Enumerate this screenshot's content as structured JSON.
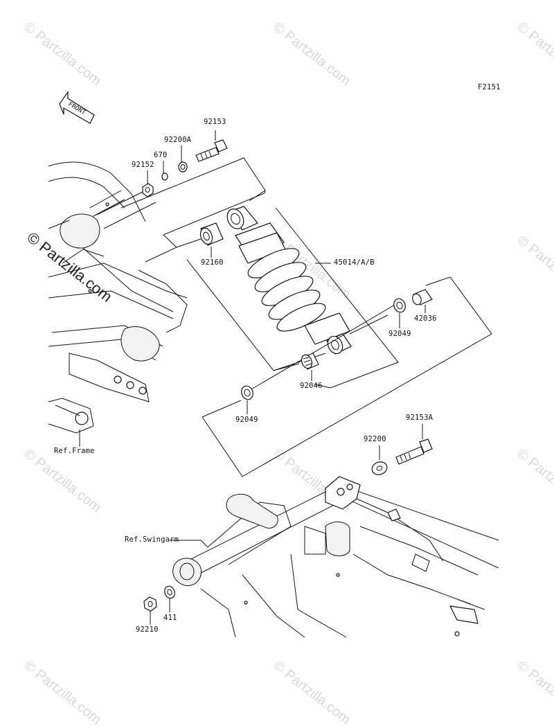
{
  "diagram_code": "F2151",
  "front_label": "FRONT",
  "watermark_text": "© Partzilla.com",
  "refs": {
    "frame": "Ref.Frame",
    "swingarm": "Ref.Swingarm"
  },
  "parts": {
    "p92153": "92153",
    "p92200A": "92200A",
    "p670": "670",
    "p92152": "92152",
    "p92160": "92160",
    "p45014": "45014/A/B",
    "p42036": "42036",
    "p92049_right": "92049",
    "p92046": "92046",
    "p92049_left": "92049",
    "p92153A": "92153A",
    "p92200": "92200",
    "p411": "411",
    "p92210": "92210"
  },
  "colors": {
    "line": "#111111",
    "watermark": "#d9d9d9"
  }
}
